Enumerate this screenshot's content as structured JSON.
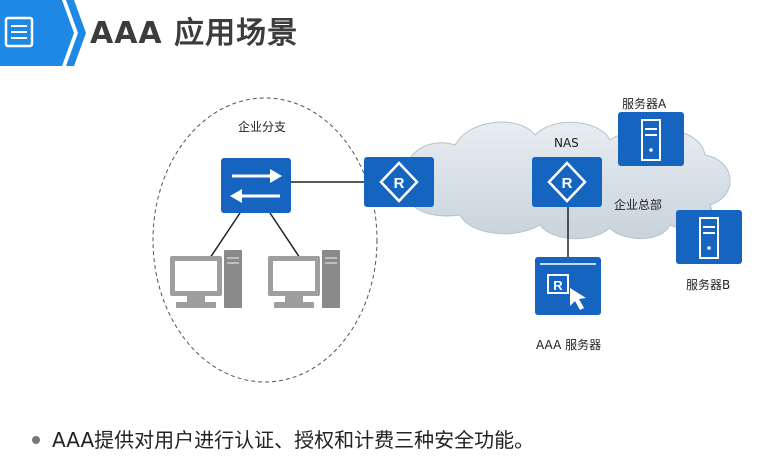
{
  "header": {
    "title": "AAA 应用场景",
    "icon": "document-list-icon",
    "accent_color": "#1e88e5"
  },
  "diagram": {
    "branch_label": "企业分支",
    "nas_label": "NAS",
    "server_a_label": "服务器A",
    "server_b_label": "服务器B",
    "hq_label": "企业总部",
    "aaa_server_label": "AAA 服务器",
    "device_color": "#1565c0"
  },
  "body": {
    "bullet": "AAA提供对用户进行认证、授权和计费三种安全功能。"
  }
}
